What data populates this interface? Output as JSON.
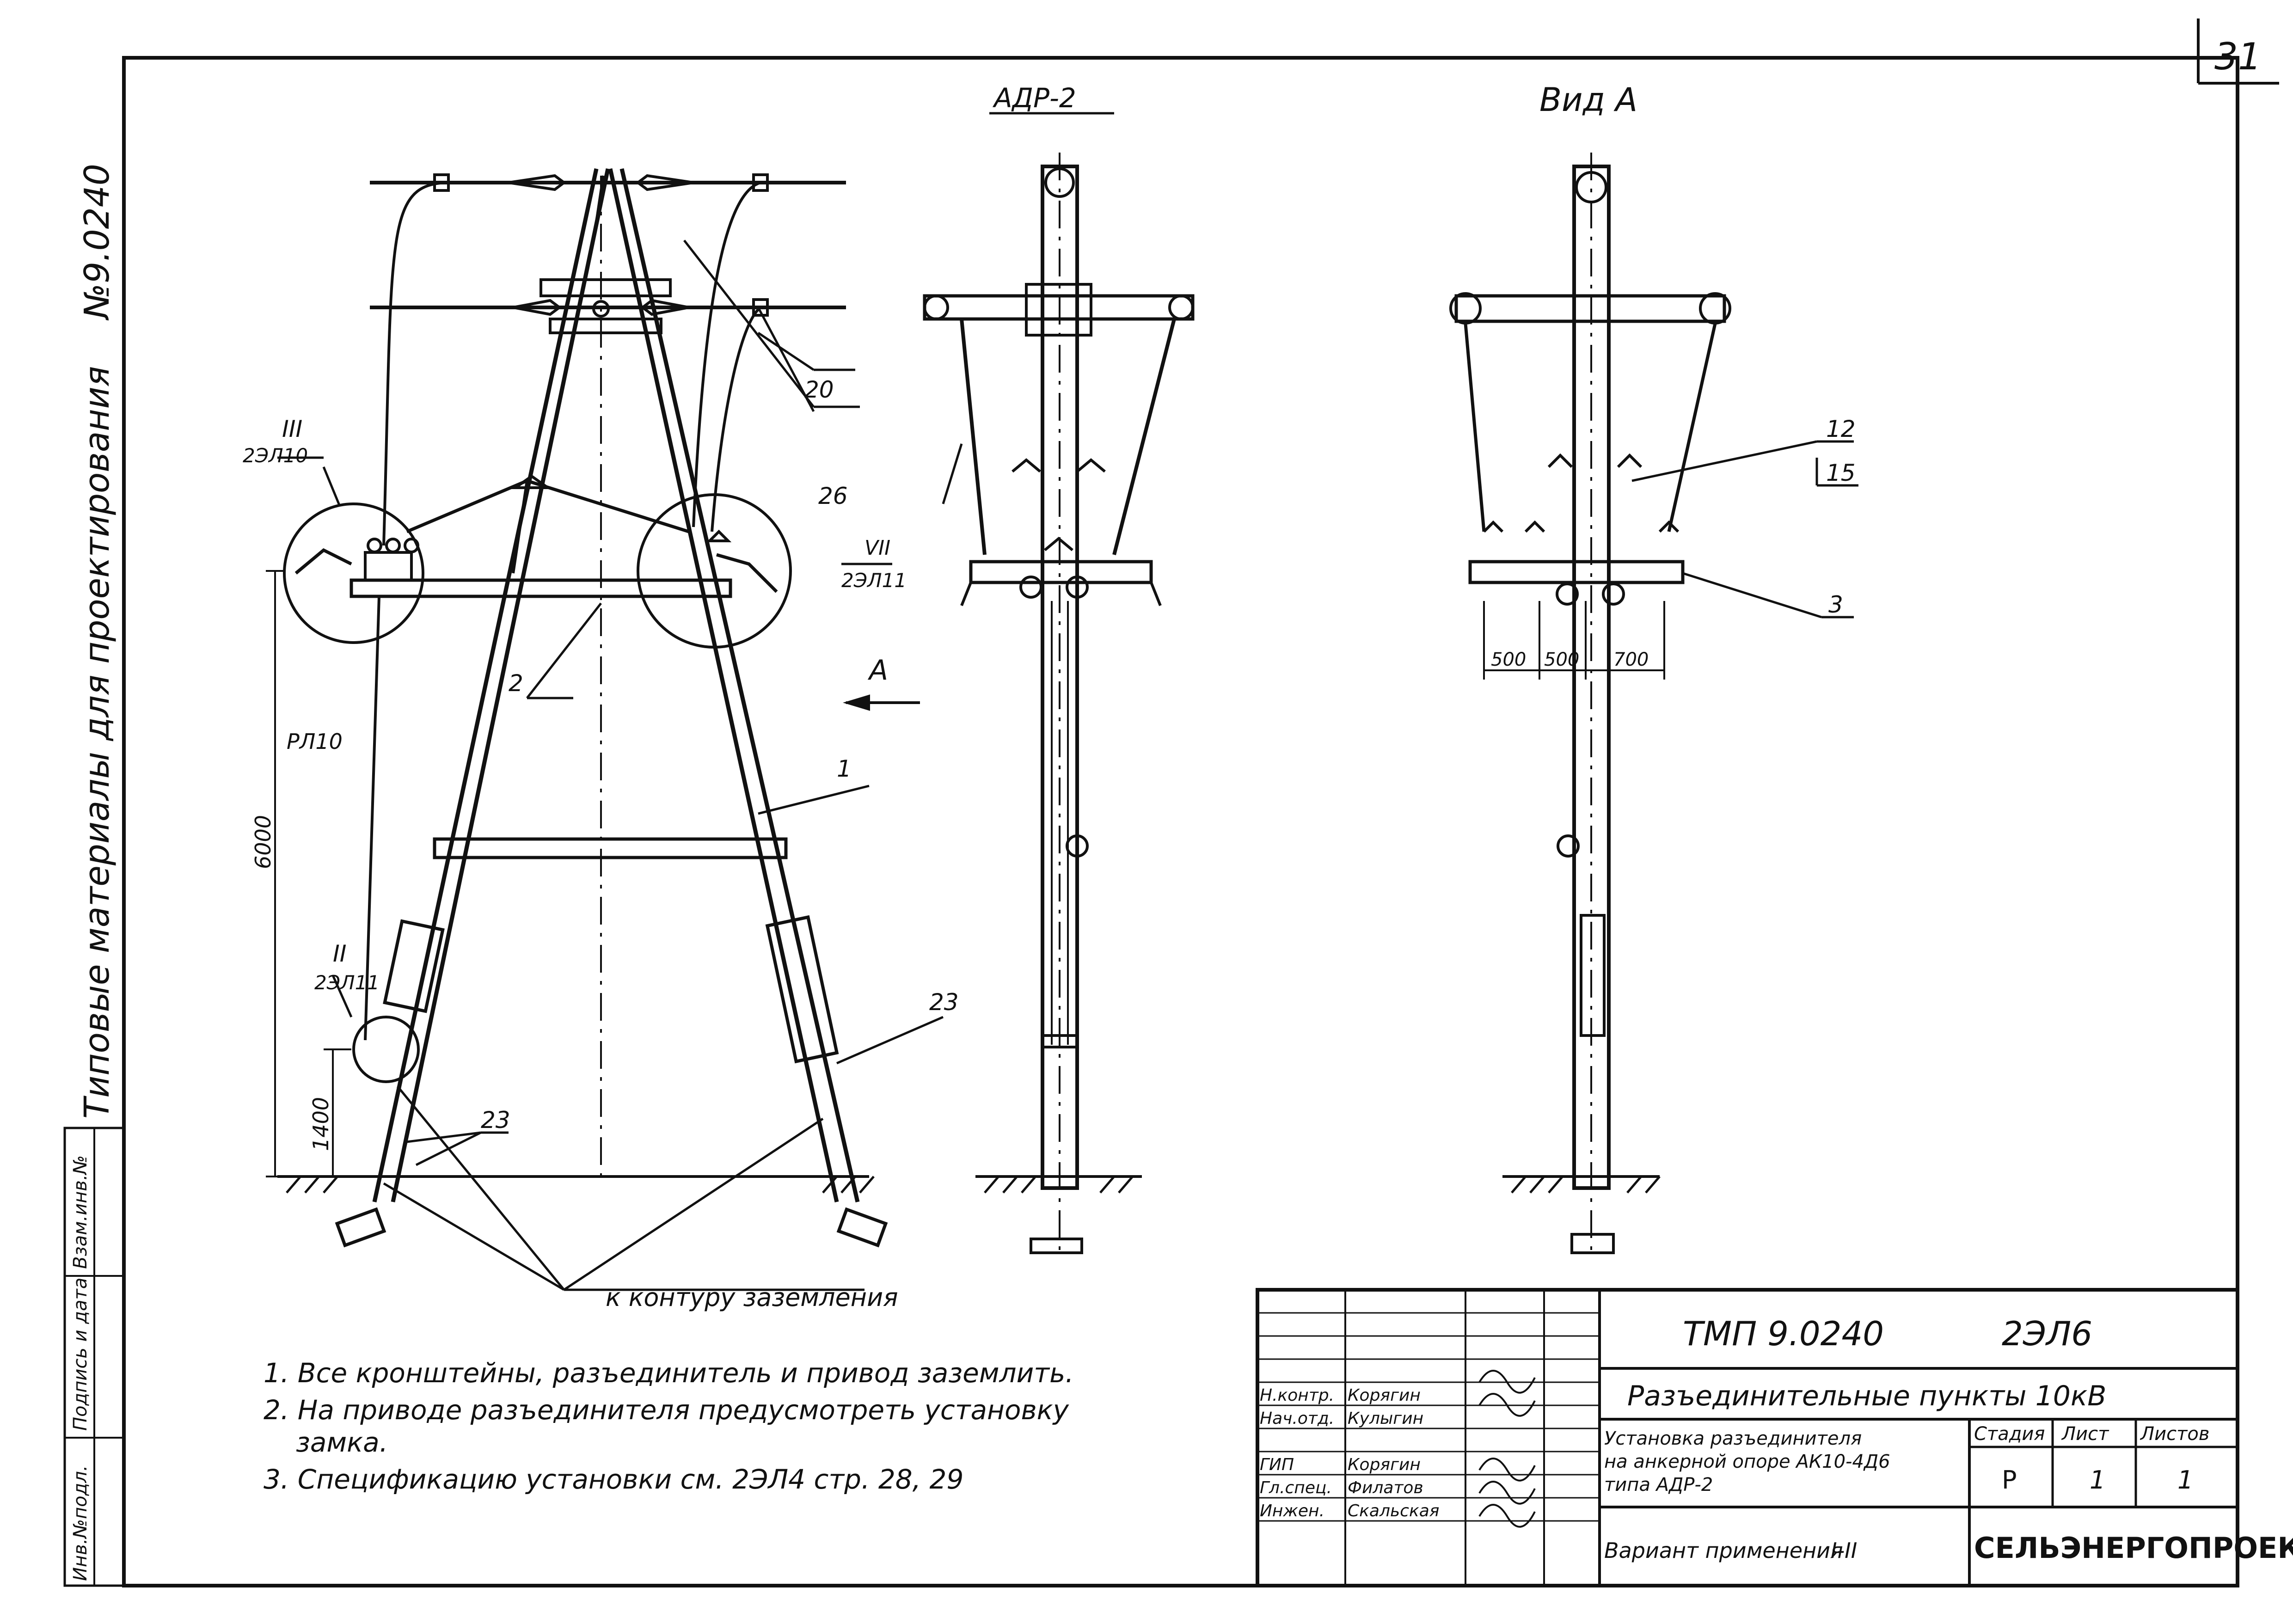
{
  "page_number": "31",
  "side_title": "Типовые материалы для проектирования",
  "side_code": "№9.0240",
  "side_table": [
    "Инв.№подл.",
    "Подпись и дата",
    "Взам.инв.№"
  ],
  "view_labels": {
    "adr2": "АДР-2",
    "vid_a": "Вид А"
  },
  "callouts": {
    "c1": "1",
    "c2": "2",
    "c3": "3",
    "c12": "12",
    "c15": "15",
    "c20": "20",
    "c23a": "23",
    "c23b": "23",
    "c26": "26"
  },
  "node_refs": {
    "n3_num": "III",
    "n3_ref": "2ЭЛ10",
    "n7_num": "VII",
    "n7_ref": "2ЭЛ11",
    "n2_num": "II",
    "n2_ref": "2ЭЛ11"
  },
  "labels": {
    "ra10": "РЛ10",
    "arrow_a": "А",
    "ground": "к контуру заземления"
  },
  "dims": {
    "d6000": "6000",
    "d1400": "1400",
    "d500a": "500",
    "d500b": "500",
    "d700": "700"
  },
  "notes": [
    "1. Все кронштейны, разъединитель и привод заземлить.",
    "2. На приводе разъединителя предусмотреть установку",
    "замка.",
    "3. Спецификацию установки см. 2ЭЛ4 стр. 28, 29"
  ],
  "title_block": {
    "doc_code": "ТМП 9.0240",
    "sheet_code": "2ЭЛ6",
    "title": "Разъединительные пункты 10кВ",
    "subtitle": [
      "Установка разъединителя",
      "на анкерной опоре АК10-4Д6",
      "типа АДР-2"
    ],
    "variant_label": "Вариант применения",
    "variant": "I-II",
    "stage_label": "Стадия",
    "sheet_label": "Лист",
    "sheets_label": "Листов",
    "stage": "Р",
    "sheet": "1",
    "sheets": "1",
    "company": "СЕЛЬЭНЕРГОПРОЕКТ",
    "staff": [
      {
        "role": "Н.контр.",
        "name": "Корягин"
      },
      {
        "role": "Нач.отд.",
        "name": "Кулыгин"
      },
      {
        "role": "ГИП",
        "name": "Корягин"
      },
      {
        "role": "Гл.спец.",
        "name": "Филатов"
      },
      {
        "role": "Инжен.",
        "name": "Скальская"
      }
    ]
  }
}
